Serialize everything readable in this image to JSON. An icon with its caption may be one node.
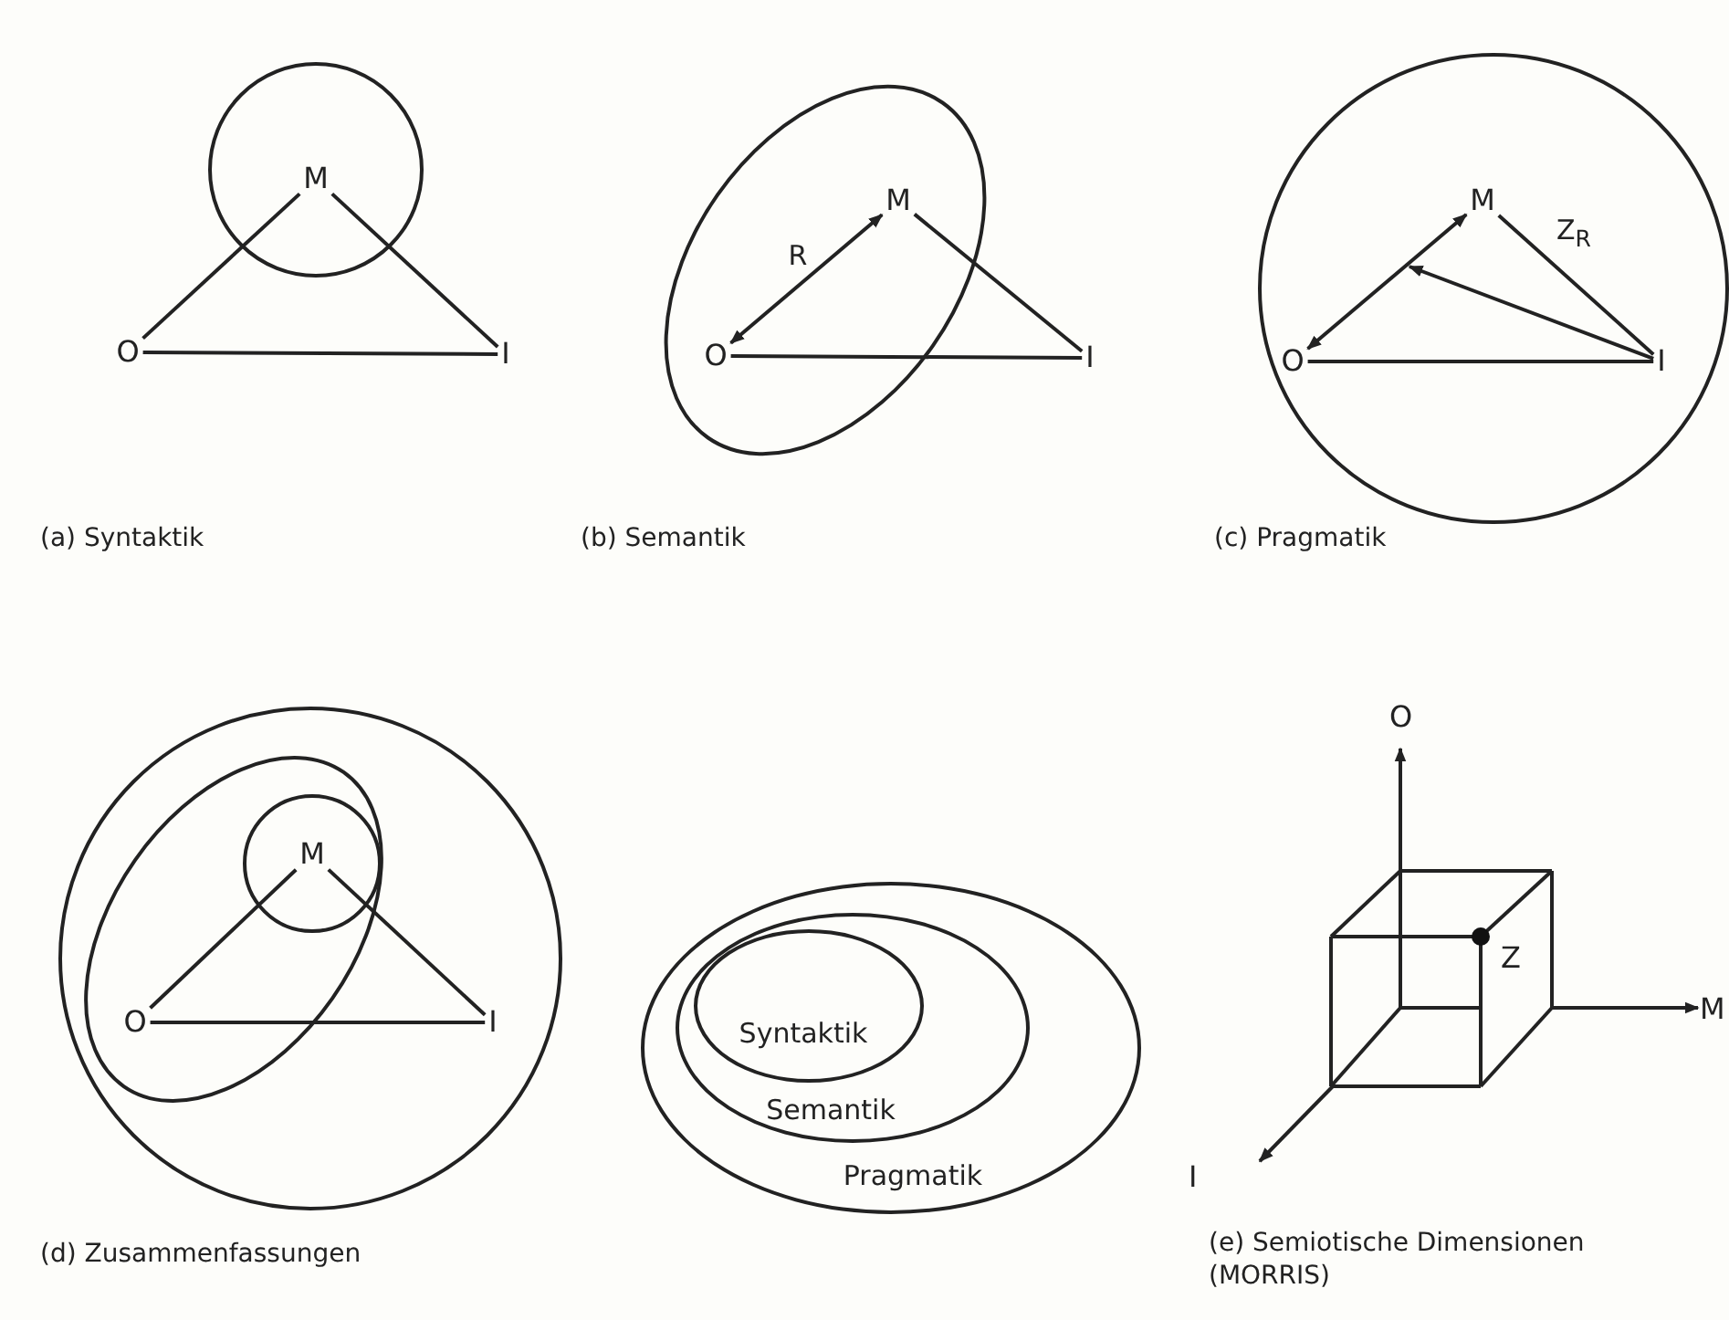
{
  "diagram": {
    "nodes": [
      {
        "text": [
          "M"
        ]
      },
      {
        "text": [
          "O"
        ]
      },
      {
        "text": [
          "I"
        ]
      },
      {
        "text": [
          "M"
        ]
      },
      {
        "text": [
          "O"
        ]
      },
      {
        "text": [
          "I"
        ]
      },
      {
        "text": [
          "M"
        ]
      },
      {
        "text": [
          "O"
        ]
      },
      {
        "text": [
          "I"
        ]
      },
      {
        "text": [
          "M"
        ]
      },
      {
        "text": [
          "O"
        ]
      },
      {
        "text": [
          "I"
        ]
      },
      {
        "text": [
          "Pragmatik"
        ]
      },
      {
        "text": [
          "Semantik"
        ],
        "in": 12
      },
      {
        "text": [
          "Syntaktik"
        ],
        "in": 13
      }
    ],
    "edges": [
      {
        "from": 0,
        "to": 1,
        "arrow": "none"
      },
      {
        "from": 1,
        "to": 2,
        "arrow": "none"
      },
      {
        "from": 2,
        "to": 0,
        "arrow": "none"
      },
      {
        "from": 4,
        "to": 3,
        "arrow": "both",
        "label": "R"
      },
      {
        "from": 4,
        "to": 5,
        "arrow": "none"
      },
      {
        "from": 5,
        "to": 3,
        "arrow": "none"
      },
      {
        "from": 7,
        "to": 6,
        "arrow": "both"
      },
      {
        "from": 6,
        "to": 8,
        "arrow": "none",
        "label": "Z$_{R}$"
      },
      {
        "from": 7,
        "to": 8,
        "arrow": "none"
      },
      {
        "from": 8,
        "to": null,
        "arrow": "to"
      },
      {
        "from": 9,
        "to": 10,
        "arrow": "none"
      },
      {
        "from": 10,
        "to": 11,
        "arrow": "none"
      },
      {
        "from": 11,
        "to": 9,
        "arrow": "none"
      }
    ],
    "labels": [
      "(a) Syntaktik",
      "(b) Semantik",
      "(c) Pragmatik",
      "O",
      "Z",
      "M",
      "I",
      "(d) Zusammenfassungen",
      "(e) Semiotische Dimensionen (MORRIS)"
    ]
  }
}
